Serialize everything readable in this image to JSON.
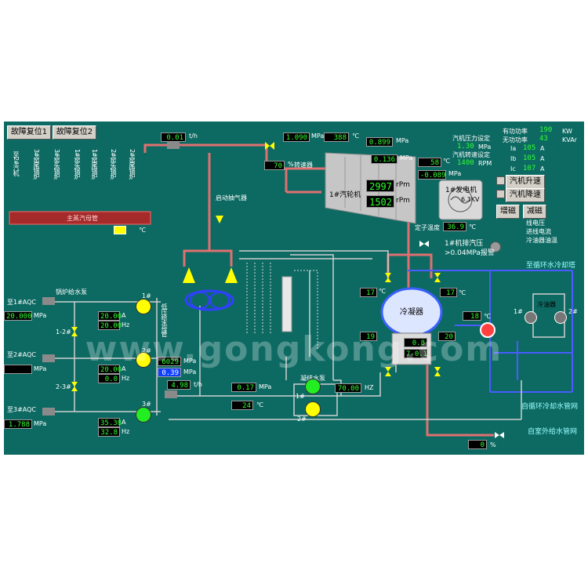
{
  "buttons": {
    "fault_reset_1": "故障复位1",
    "fault_reset_2": "故障复位2",
    "turbine_up": "汽机升速",
    "turbine_down": "汽机降速",
    "excite": "增磁",
    "de_excite": "减磁"
  },
  "header_boilers": [
    "至2#汽机",
    "3#窑尾锅炉",
    "3#窑头锅炉",
    "1#窑头锅炉",
    "1#窑尾锅炉",
    "2#窑头锅炉",
    "2#窑尾锅炉"
  ],
  "header_label": "主蒸汽母管",
  "steam_flow": {
    "value": "0.01",
    "unit": "t/h"
  },
  "main_steam": {
    "pressure": "1.090",
    "pressure_unit": "MPa",
    "temp": "388",
    "temp_unit": "℃",
    "valve_open": "70",
    "valve_unit": "%",
    "right_pressure": "0.899",
    "right_pressure_unit": "MPa"
  },
  "speed_valve_label": "转速器",
  "turbine": {
    "label": "1#汽轮机",
    "speed_1": "2997",
    "speed_2": "1502",
    "speed_unit": "rPm",
    "inlet_pressure": "0.136",
    "inlet_pressure_unit": "MPa",
    "inlet_temp": "58",
    "inlet_temp_unit": "℃",
    "negative_value": "-0.089",
    "negative_unit": "MPa"
  },
  "generator": {
    "label": "1#发电机",
    "voltage": "6.3KV",
    "stator_label": "定子温度",
    "stator_temp": "36.9",
    "stator_unit": "℃"
  },
  "power": {
    "active_label": "有功功率",
    "active_value": "190",
    "active_unit": "KW",
    "reactive_label": "无功功率",
    "reactive_value": "43",
    "reactive_unit": "KVAr"
  },
  "setpoints": {
    "pressure_label": "汽机压力设定",
    "pressure_value": "1.30",
    "pressure_unit": "MPa",
    "speed_label": "汽机转速设定",
    "speed_value": "1400",
    "speed_unit": "RPM"
  },
  "currents": [
    {
      "label": "Ia",
      "value": "105",
      "unit": "A"
    },
    {
      "label": "Ib",
      "value": "105",
      "unit": "A"
    },
    {
      "label": "Ic",
      "value": "107",
      "unit": "A"
    }
  ],
  "indicators": [
    "线电压",
    "进线电流",
    "冷油器油温"
  ],
  "exhaust_alarm": {
    "line1": "1#机排汽压",
    "line2": ">0.04MPa报警"
  },
  "start_ejector": "启动抽气器",
  "cooling_tower": "至循环水冷却塔",
  "oil_cooler": {
    "label": "冷油器",
    "pump_1": "1#",
    "pump_2": "2#"
  },
  "condenser": {
    "label": "冷凝器",
    "level_1": "0.8",
    "level_2": "7-0.1",
    "temp_left": "17",
    "temp_right": "17",
    "temp_unit": "℃",
    "mid_temp": "18",
    "bottom_left": "19",
    "bottom_right": "20"
  },
  "feed_pump": {
    "label": "锅炉给水泵",
    "tank_label": "低压给水母管",
    "lines": [
      {
        "label": "至1#AQC",
        "pressure": "20.000",
        "unit": "MPa"
      },
      {
        "label": "至2#AQC",
        "pressure": "",
        "unit": "MPa"
      },
      {
        "label": "至3#AQC",
        "pressure": "1.788",
        "unit": "MPa"
      }
    ],
    "pump_values": [
      {
        "a": "20.00",
        "b": "20.00",
        "a_unit": "A",
        "b_unit": "Hz"
      },
      {
        "a": "20.00",
        "b": "0.0",
        "a_unit": "A",
        "b_unit": "Hz"
      },
      {
        "a": "35.38",
        "b": "32.8",
        "a_unit": "A",
        "b_unit": "Hz"
      }
    ],
    "pump_names": [
      "1#",
      "2#",
      "3#"
    ],
    "valve_labels": [
      "1-2#",
      "2-3#"
    ],
    "header_pressure": "6029",
    "header_pressure_unit": "MPa",
    "header_level": "0.39",
    "header_level_unit": "MPa",
    "flow": "4.98",
    "flow_unit": "t/h"
  },
  "condensate": {
    "label": "凝结水泵",
    "pressure": "0.17",
    "pressure_unit": "MPa",
    "temp": "24",
    "temp_unit": "℃",
    "current": "70.00",
    "current_unit": "HZ",
    "pump_1": "1#",
    "pump_2": "2#"
  },
  "return_water": "自循环冷却水管网",
  "outside_water": "自室外给水管网",
  "outside_flow": {
    "value": "0",
    "unit": "%"
  },
  "watermark": "www.gongkong.com",
  "colors": {
    "panel": "#0d6a63",
    "pipe_red": "#e07070",
    "pipe_blue": "#4a5cff",
    "value_green": "#31ff31",
    "pump_yellow": "#ffff00",
    "pump_green": "#22ee22"
  }
}
